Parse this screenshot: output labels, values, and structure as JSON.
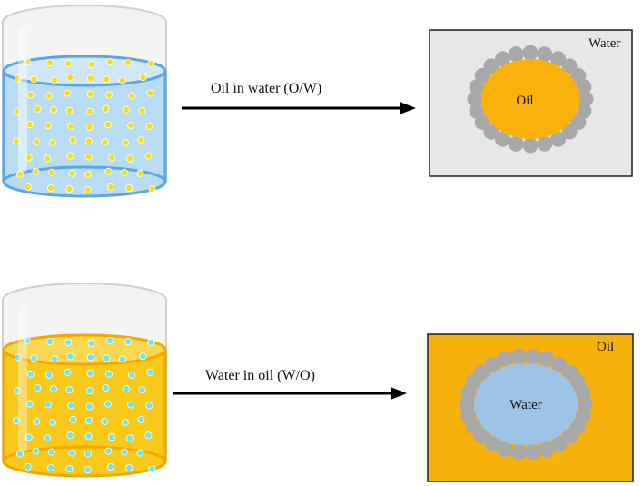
{
  "rows": [
    {
      "id": "ow",
      "arrow_label": "Oil in water (O/W)",
      "continuous_phase": "Water",
      "dispersed_phase": "Oil",
      "colors": {
        "liquid_fill": "#b9dcf5",
        "liquid_edge": "#5aa6e6",
        "droplet": "#f2e01c",
        "panel_bg": "#e6e7e9",
        "core": "#f9b10b",
        "surfactant": "#a8a8a8"
      }
    },
    {
      "id": "wo",
      "arrow_label": "Water in oil (W/O)",
      "continuous_phase": "Oil",
      "dispersed_phase": "Water",
      "colors": {
        "liquid_fill": "#f8c81a",
        "liquid_edge": "#f2a800",
        "droplet": "#6ee6f0",
        "panel_bg": "#f7b10c",
        "core": "#9dc3e6",
        "surfactant": "#a8a8a8"
      }
    }
  ]
}
